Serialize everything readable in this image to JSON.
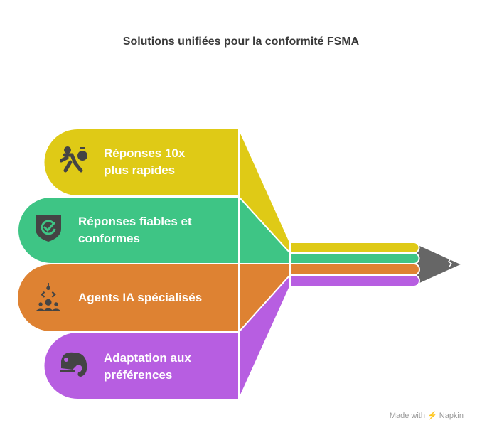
{
  "title": "Solutions unifiées pour la conformité FSMA",
  "items": [
    {
      "label_line1": "Réponses 10x",
      "label_line2": "plus rapides",
      "icon": "running-stopwatch-icon",
      "color": "#dfca16"
    },
    {
      "label_line1": "Réponses fiables et",
      "label_line2": "conformes",
      "icon": "shield-check-icon",
      "color": "#3ec585"
    },
    {
      "label_line1": "Agents IA spécialisés",
      "label_line2": "",
      "icon": "ai-agents-icon",
      "color": "#de8232"
    },
    {
      "label_line1": "Adaptation aux",
      "label_line2": "préférences",
      "icon": "chameleon-icon",
      "color": "#b75ee1"
    }
  ],
  "footer": "Made with ⚡ Napkin"
}
